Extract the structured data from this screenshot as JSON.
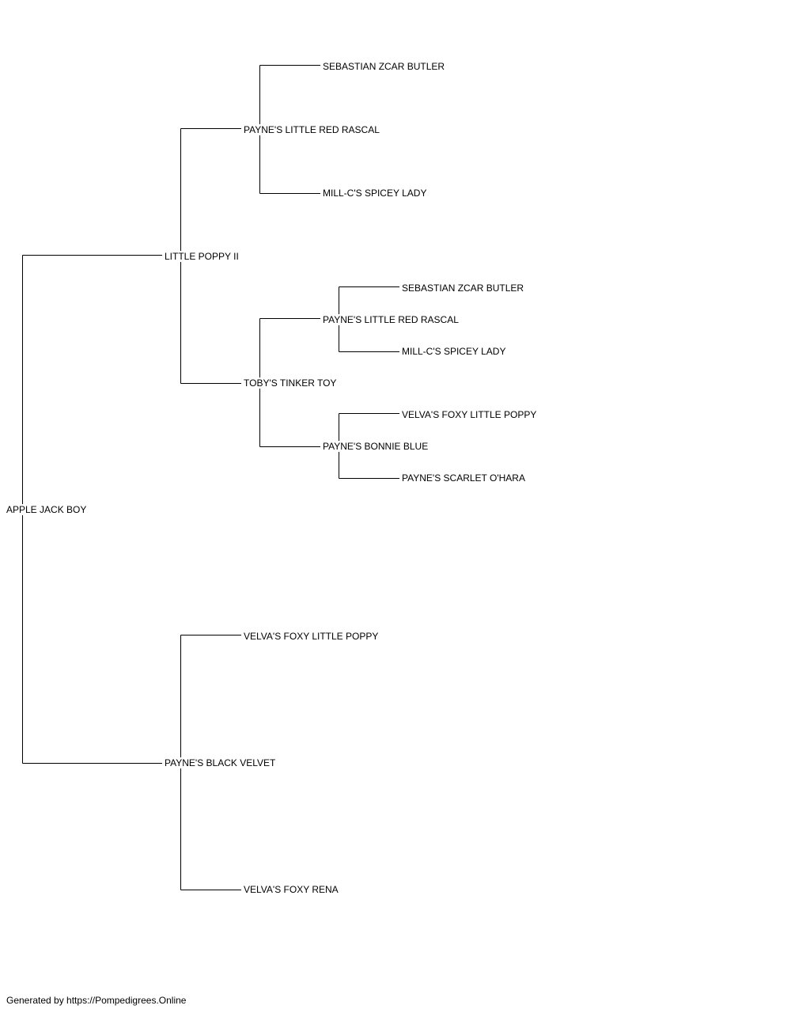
{
  "pedigree": {
    "subject": "APPLE JACK BOY",
    "sire": "LITTLE POPPY II",
    "sire_sire": "PAYNE'S LITTLE RED RASCAL",
    "sire_sire_sire": "SEBASTIAN ZCAR BUTLER",
    "sire_sire_dam": "MILL-C'S SPICEY LADY",
    "sire_dam": "TOBY'S TINKER TOY",
    "sire_dam_sire": "PAYNE'S LITTLE RED RASCAL",
    "sire_dam_sire_sire": "SEBASTIAN ZCAR BUTLER",
    "sire_dam_sire_dam": "MILL-C'S SPICEY LADY",
    "sire_dam_dam": "PAYNE'S BONNIE BLUE",
    "sire_dam_dam_sire": "VELVA'S FOXY LITTLE POPPY",
    "sire_dam_dam_dam": "PAYNE'S SCARLET O'HARA",
    "dam": "PAYNE'S BLACK VELVET",
    "dam_sire": "VELVA'S FOXY LITTLE POPPY",
    "dam_dam": "VELVA'S FOXY RENA"
  },
  "footer": {
    "text": "Generated by https://Pompedigrees.Online"
  },
  "colors": {
    "line": "#000000",
    "text": "#000000",
    "background": "#ffffff"
  }
}
